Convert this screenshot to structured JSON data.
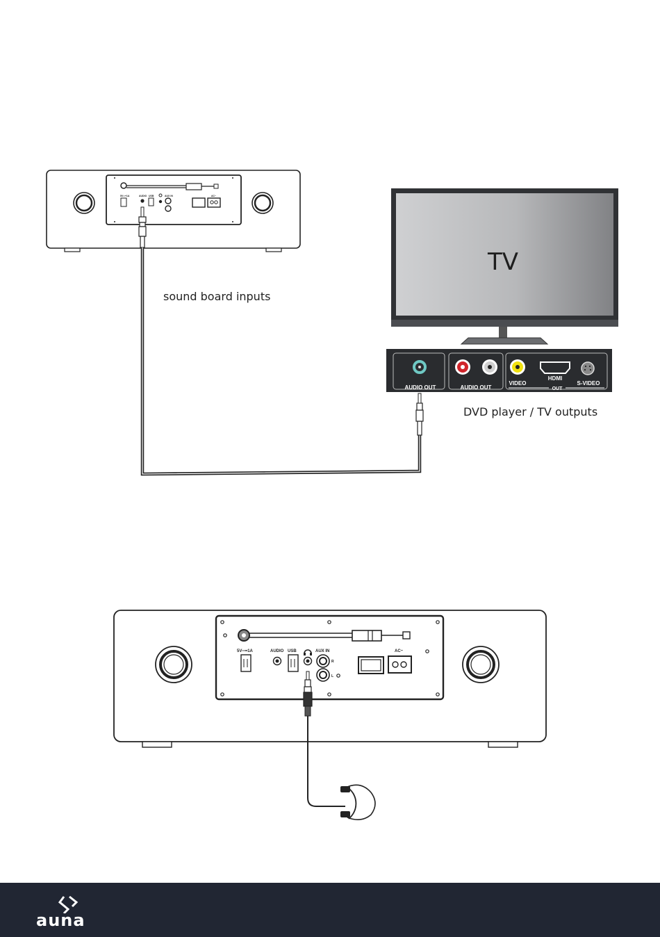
{
  "diagram1": {
    "label_inputs": "sound board inputs",
    "tv_label": "TV",
    "label_outputs": "DVD player / TV outputs",
    "port_audio_out_1": "AUDIO OUT",
    "port_audio_out_2": "AUDIO OUT",
    "port_video": "VIDEO",
    "port_hdmi": "HDMI",
    "port_out": "OUT",
    "port_svideo": "S-VIDEO",
    "small_panel": {
      "dc": "5V═┅1A",
      "audio": "AUDIO",
      "usb": "USB",
      "auxin": "AUX IN",
      "ac": "AC~"
    }
  },
  "diagram2": {
    "panel": {
      "dc": "5V═┅1A",
      "audio": "AUDIO",
      "usb": "USB",
      "auxin": "AUX IN",
      "r": "R",
      "l": "L",
      "ac": "AC~"
    }
  },
  "footer": {
    "brand": "auna",
    "bg_color": "#212633"
  }
}
